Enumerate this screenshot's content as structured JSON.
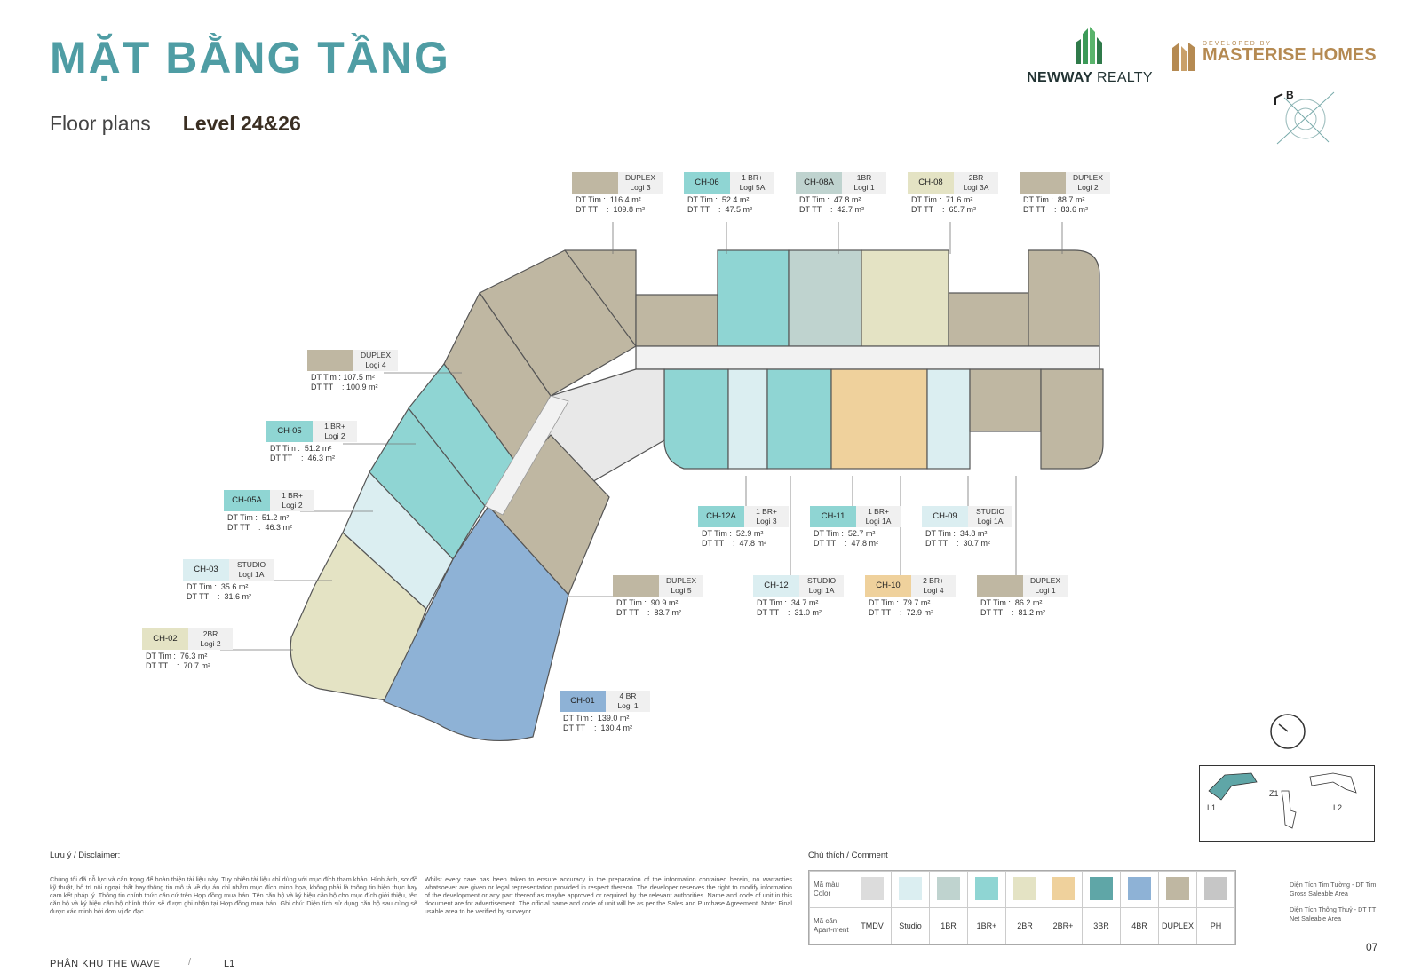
{
  "header": {
    "title": "MẶT BẰNG TẦNG",
    "subtitle": "Floor plans",
    "level": "Level 24&26"
  },
  "logos": {
    "newway_bold": "NEWWAY",
    "newway_light": "REALTY",
    "masterise_small": "DEVELOPED BY",
    "masterise_big": "MASTERISE HOMES"
  },
  "compass_label": "B",
  "colors": {
    "TMDV": "#dcdcdc",
    "Studio": "#dbeef1",
    "1BR": "#bfd3cf",
    "1BR+": "#8fd5d3",
    "2BR": "#e4e3c4",
    "2BR+": "#efd19c",
    "3BR": "#5fa6a7",
    "4BR": "#8eb2d6",
    "DUPLEX": "#bfb7a2",
    "PH": "#c6c6c6",
    "title": "#4f9da4",
    "brand_gold": "#b58a52"
  },
  "units": [
    {
      "code": "",
      "type1": "DUPLEX",
      "type2": "Logi 3",
      "gross": "DT Tim :  116.4 m²",
      "net": "DT TT    :  109.8 m²",
      "color": "#bfb7a2"
    },
    {
      "code": "CH-06",
      "type1": "1 BR+",
      "type2": "Logi 5A",
      "gross": "DT Tim :  52.4 m²",
      "net": "DT TT    :  47.5 m²",
      "color": "#8fd5d3"
    },
    {
      "code": "CH-08A",
      "type1": "1BR",
      "type2": "Logi 1",
      "gross": "DT Tim :  47.8 m²",
      "net": "DT TT    :  42.7 m²",
      "color": "#bfd3cf"
    },
    {
      "code": "CH-08",
      "type1": "2BR",
      "type2": "Logi 3A",
      "gross": "DT Tim :  71.6 m²",
      "net": "DT TT    :  65.7 m²",
      "color": "#e4e3c4"
    },
    {
      "code": "",
      "type1": "DUPLEX",
      "type2": "Logi 2",
      "gross": "DT Tim :  88.7 m²",
      "net": "DT TT    :  83.6 m²",
      "color": "#bfb7a2"
    },
    {
      "code": "",
      "type1": "DUPLEX",
      "type2": "Logi 4",
      "gross": "DT Tim : 107.5 m²",
      "net": "DT TT    : 100.9 m²",
      "color": "#bfb7a2"
    },
    {
      "code": "CH-05",
      "type1": "1 BR+",
      "type2": "Logi 2",
      "gross": "DT Tim :  51.2 m²",
      "net": "DT TT    :  46.3 m²",
      "color": "#8fd5d3"
    },
    {
      "code": "CH-05A",
      "type1": "1 BR+",
      "type2": "Logi 2",
      "gross": "DT Tim :  51.2 m²",
      "net": "DT TT    :  46.3 m²",
      "color": "#8fd5d3"
    },
    {
      "code": "CH-03",
      "type1": "STUDIO",
      "type2": "Logi 1A",
      "gross": "DT Tim :  35.6 m²",
      "net": "DT TT    :  31.6 m²",
      "color": "#dbeef1"
    },
    {
      "code": "CH-02",
      "type1": "2BR",
      "type2": "Logi 2",
      "gross": "DT Tim :  76.3 m²",
      "net": "DT TT    :  70.7 m²",
      "color": "#e4e3c4"
    },
    {
      "code": "CH-12A",
      "type1": "1 BR+",
      "type2": "Logi 3",
      "gross": "DT Tim :  52.9 m²",
      "net": "DT TT    :  47.8 m²",
      "color": "#8fd5d3"
    },
    {
      "code": "CH-11",
      "type1": "1 BR+",
      "type2": "Logi 1A",
      "gross": "DT Tim :  52.7 m²",
      "net": "DT TT    :  47.8 m²",
      "color": "#8fd5d3"
    },
    {
      "code": "CH-09",
      "type1": "STUDIO",
      "type2": "Logi 1A",
      "gross": "DT Tim :  34.8 m²",
      "net": "DT TT    :  30.7 m²",
      "color": "#dbeef1"
    },
    {
      "code": "",
      "type1": "DUPLEX",
      "type2": "Logi 5",
      "gross": "DT Tim :  90.9 m²",
      "net": "DT TT    :  83.7 m²",
      "color": "#bfb7a2"
    },
    {
      "code": "CH-12",
      "type1": "STUDIO",
      "type2": "Logi 1A",
      "gross": "DT Tim :  34.7 m²",
      "net": "DT TT    :  31.0 m²",
      "color": "#dbeef1"
    },
    {
      "code": "CH-10",
      "type1": "2 BR+",
      "type2": "Logi 4",
      "gross": "DT Tim :  79.7 m²",
      "net": "DT TT    :  72.9 m²",
      "color": "#efd19c"
    },
    {
      "code": "",
      "type1": "DUPLEX",
      "type2": "Logi 1",
      "gross": "DT Tim :  86.2 m²",
      "net": "DT TT    :  81.2 m²",
      "color": "#bfb7a2"
    },
    {
      "code": "CH-01",
      "type1": "4 BR",
      "type2": "Logi 1",
      "gross": "DT Tim :  139.0 m²",
      "net": "DT TT    :  130.4 m²",
      "color": "#8eb2d6"
    }
  ],
  "minimap": {
    "l1": "L1",
    "z1": "Z1",
    "l2": "L2"
  },
  "disclaimer": {
    "title": "Lưu ý / Disclaimer:",
    "vi": "Chúng tôi đã nỗ lực và cẩn trọng để hoàn thiện tài liệu này. Tuy nhiên tài liệu chỉ dùng với mục đích tham khảo. Hình ảnh, sơ đồ kỹ thuật, bố trí nội ngoại thất hay thông tin mô tả về dự án chỉ nhằm mục đích minh họa, không phải là thông tin hiện thực hay cam kết pháp lý. Thông tin chính thức căn cứ trên Hợp đồng mua bán. Tên căn hộ và ký hiệu căn hộ cho mục đích giới thiệu, tên căn hộ và ký hiệu căn hộ chính thức sẽ được ghi nhận tại Hợp đồng mua bán. Ghi chú: Diện tích sử dụng căn hộ sau cùng sẽ được xác minh bởi đơn vị đo đạc.",
    "en": "Whilst every care has been taken to ensure accuracy in the preparation of the information contained herein, no warranties whatsoever are given or legal representation provided in respect thereon. The developer reserves the right to modify information of the development or any part thereof as maybe approved or required by the relevant authorities. Name and code of unit in this document are for advertisement. The official name and code of unit will be as per the Sales and Purchase Agreement. Note: Final usable area to be verified by surveyor."
  },
  "legend": {
    "title": "Chú thích / Comment",
    "color_header": "Mã màu Color",
    "type_header": "Mã căn Apart-ment",
    "items": [
      "TMDV",
      "Studio",
      "1BR",
      "1BR+",
      "2BR",
      "2BR+",
      "3BR",
      "4BR",
      "DUPLEX",
      "PH"
    ],
    "gross_def": "Diện Tích Tim Tường - DT Tim",
    "gross_en": "Gross Saleable Area",
    "net_def": "Diện Tích Thông Thuỷ - DT TT",
    "net_en": "Net Saleable Area"
  },
  "footer": {
    "zone": "PHÂN KHU THE WAVE",
    "tower": "L1",
    "page": "07"
  }
}
